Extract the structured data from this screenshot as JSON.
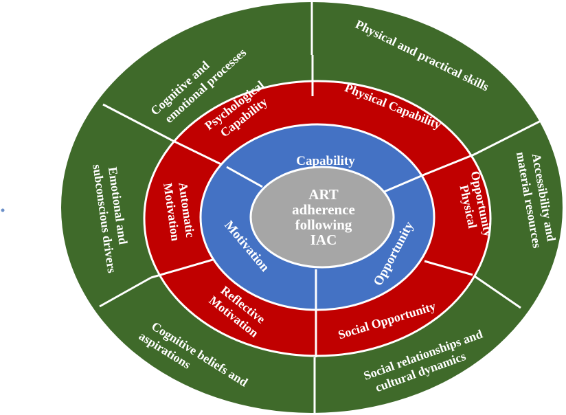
{
  "center": {
    "lines": [
      "ART",
      "adherence",
      "following",
      "IAC"
    ]
  },
  "components": {
    "capability": "Capability",
    "opportunity": "Opportunity",
    "motivation": "Motivation"
  },
  "subcomponents": {
    "psychological_capability": [
      "Psychological",
      "Capability"
    ],
    "physical_capability": "Physical Capability",
    "physical_opportunity": [
      "Physical",
      "Opportunity"
    ],
    "social_opportunity": "Social Opportunity",
    "reflective_motivation": [
      "Reflective",
      "Motivation"
    ],
    "automatic_motivation": [
      "Automatic",
      "Motivation"
    ]
  },
  "outer": {
    "cognitive_emotional": [
      "Cognitive and",
      "emotional processes"
    ],
    "physical_skills": "Physical and practical skills",
    "accessibility": [
      "Accessibility and",
      "material resources"
    ],
    "social_relationships": [
      "Social relationships and",
      "cultural dynamics"
    ],
    "cognitive_beliefs": [
      "Cognitive beliefs and",
      "aspirations"
    ],
    "emotional_drivers": [
      "Emotional and",
      "subconscious drivers"
    ]
  },
  "colors": {
    "outer_ring": "#3f6a2a",
    "middle_ring": "#c00000",
    "inner_ring": "#4472c4",
    "center": "#a6a6a6",
    "text": "#ffffff"
  }
}
